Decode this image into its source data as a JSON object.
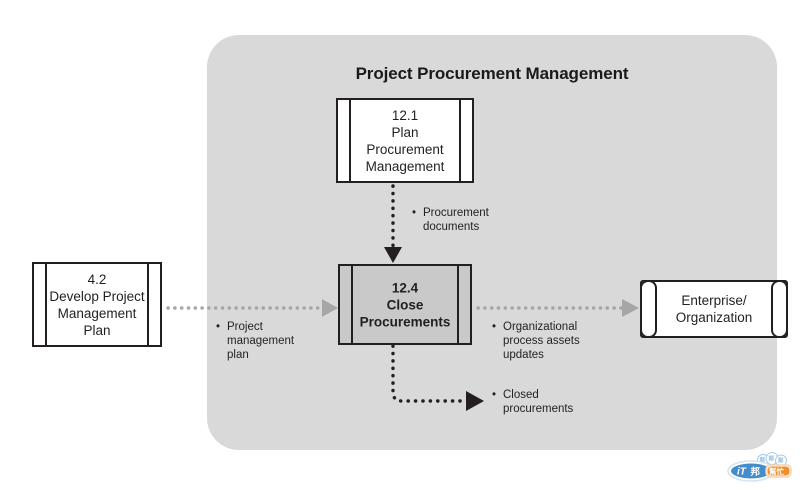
{
  "diagram": {
    "title": "Project Procurement Management",
    "type": "data-flow-diagram",
    "background_color": "#ffffff",
    "group_fill": "#d9d9d9",
    "highlight_fill": "#c9c9c9",
    "line_color": "#231f20",
    "arrow_gray": "#a6a6a6"
  },
  "nodes": {
    "plan_procurement": {
      "id": "12.1",
      "name": "Plan\nProcurement\nManagement",
      "text": "12.1\nPlan\nProcurement\nManagement",
      "shape": "predefined-process"
    },
    "close_procurements": {
      "id": "12.4",
      "name": "Close\nProcurements",
      "text": "12.4\nClose\nProcurements",
      "shape": "predefined-process",
      "highlighted": true
    },
    "develop_project_management_plan": {
      "id": "4.2",
      "name": "Develop Project\nManagement\nPlan",
      "text": "4.2\nDevelop Project\nManagement\nPlan",
      "shape": "predefined-process"
    },
    "enterprise_organization": {
      "text": "Enterprise/\nOrganization",
      "shape": "rounded-endcap"
    }
  },
  "flows": [
    {
      "from": "plan_procurement",
      "to": "close_procurements",
      "label": "Procurement\ndocuments",
      "style": "dotted-black",
      "direction": "down"
    },
    {
      "from": "develop_project_management_plan",
      "to": "close_procurements",
      "label": "Project\nmanagement\nplan",
      "style": "dotted-gray",
      "direction": "right"
    },
    {
      "from": "close_procurements",
      "to": "enterprise_organization",
      "label": "Organizational\nprocess assets\nupdates",
      "style": "dotted-gray",
      "direction": "right"
    },
    {
      "from": "close_procurements",
      "to": "",
      "label": "Closed\nprocurements",
      "style": "dotted-black",
      "direction": "down-right"
    }
  ],
  "watermark": {
    "text": "iT邦帮忙",
    "primary_color": "#2a74b8",
    "accent_color": "#f08a1e"
  }
}
